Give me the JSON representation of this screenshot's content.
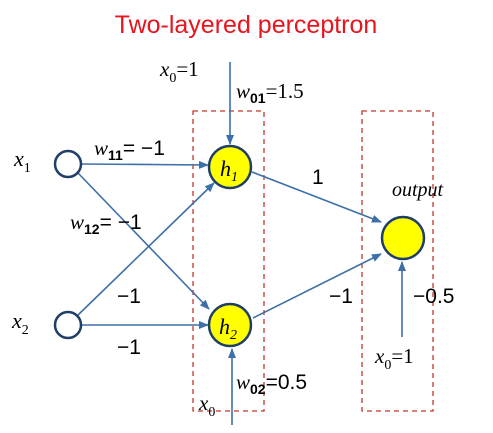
{
  "title": "Two-layered perceptron",
  "inputs": {
    "x1": {
      "var": "x",
      "sub": "1"
    },
    "x2": {
      "var": "x",
      "sub": "2"
    }
  },
  "bias_inputs": {
    "top": {
      "var": "x",
      "sub": "0",
      "eq": "=1"
    },
    "bottom": {
      "var": "x",
      "sub": "0"
    },
    "output": {
      "var": "x",
      "sub": "0",
      "eq": "=1"
    }
  },
  "hidden_nodes": {
    "h1": {
      "var": "h",
      "sub": "1"
    },
    "h2": {
      "var": "h",
      "sub": "2"
    }
  },
  "output_label": "output",
  "weights": {
    "w01": {
      "var": "w",
      "sub": "01",
      "eq": "=1.5"
    },
    "w02": {
      "var": "w",
      "sub": "02",
      "eq": "=0.5"
    },
    "w11": {
      "var": "w",
      "sub": "11",
      "eq": "= −1"
    },
    "w12": {
      "var": "w",
      "sub": "12",
      "eq": "= −1"
    },
    "x2_h1": "−1",
    "x2_h2": "−1",
    "h1_out": "1",
    "h2_out": "−1",
    "bias_out": "−0.5"
  },
  "colors": {
    "title": "#e8141e",
    "edge": "#3d6fa8",
    "node_stroke": "#1f3f66",
    "hidden_fill": "#ffff00",
    "box": "#c0392b"
  }
}
